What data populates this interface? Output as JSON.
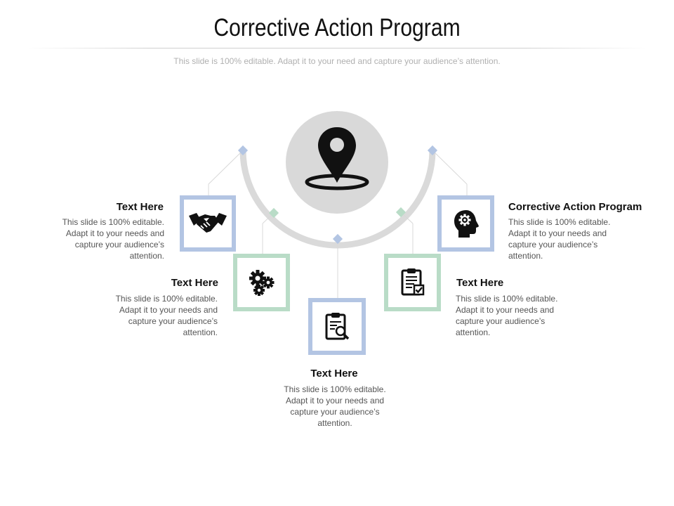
{
  "title": "Corrective Action Program",
  "subtitle": "This slide is 100% editable. Adapt it to your need and capture your audience’s attention.",
  "colors": {
    "blue": "#b3c5e3",
    "green": "#b9dcc7",
    "arc": "#dadada",
    "circle": "#d9d9d9",
    "icon": "#111111"
  },
  "center_icon": "map-pin-icon",
  "items": [
    {
      "heading": "Text Here",
      "body": "This slide is 100% editable. Adapt it to your needs and capture your audience’s attention.",
      "icon": "handshake-icon"
    },
    {
      "heading": "Text Here",
      "body": "This slide is 100% editable. Adapt it to your needs and capture your audience’s attention.",
      "icon": "gears-icon"
    },
    {
      "heading": "Text Here",
      "body": "This slide is 100% editable. Adapt it to your needs and capture your audience’s attention.",
      "icon": "clipboard-search-icon"
    },
    {
      "heading": "Text Here",
      "body": "This slide is 100% editable. Adapt it to your needs and capture your audience’s attention.",
      "icon": "clipboard-check-icon"
    },
    {
      "heading": "Corrective Action Program",
      "body": "This slide is 100% editable. Adapt it to your needs and capture your audience’s attention.",
      "icon": "head-gear-icon"
    }
  ]
}
